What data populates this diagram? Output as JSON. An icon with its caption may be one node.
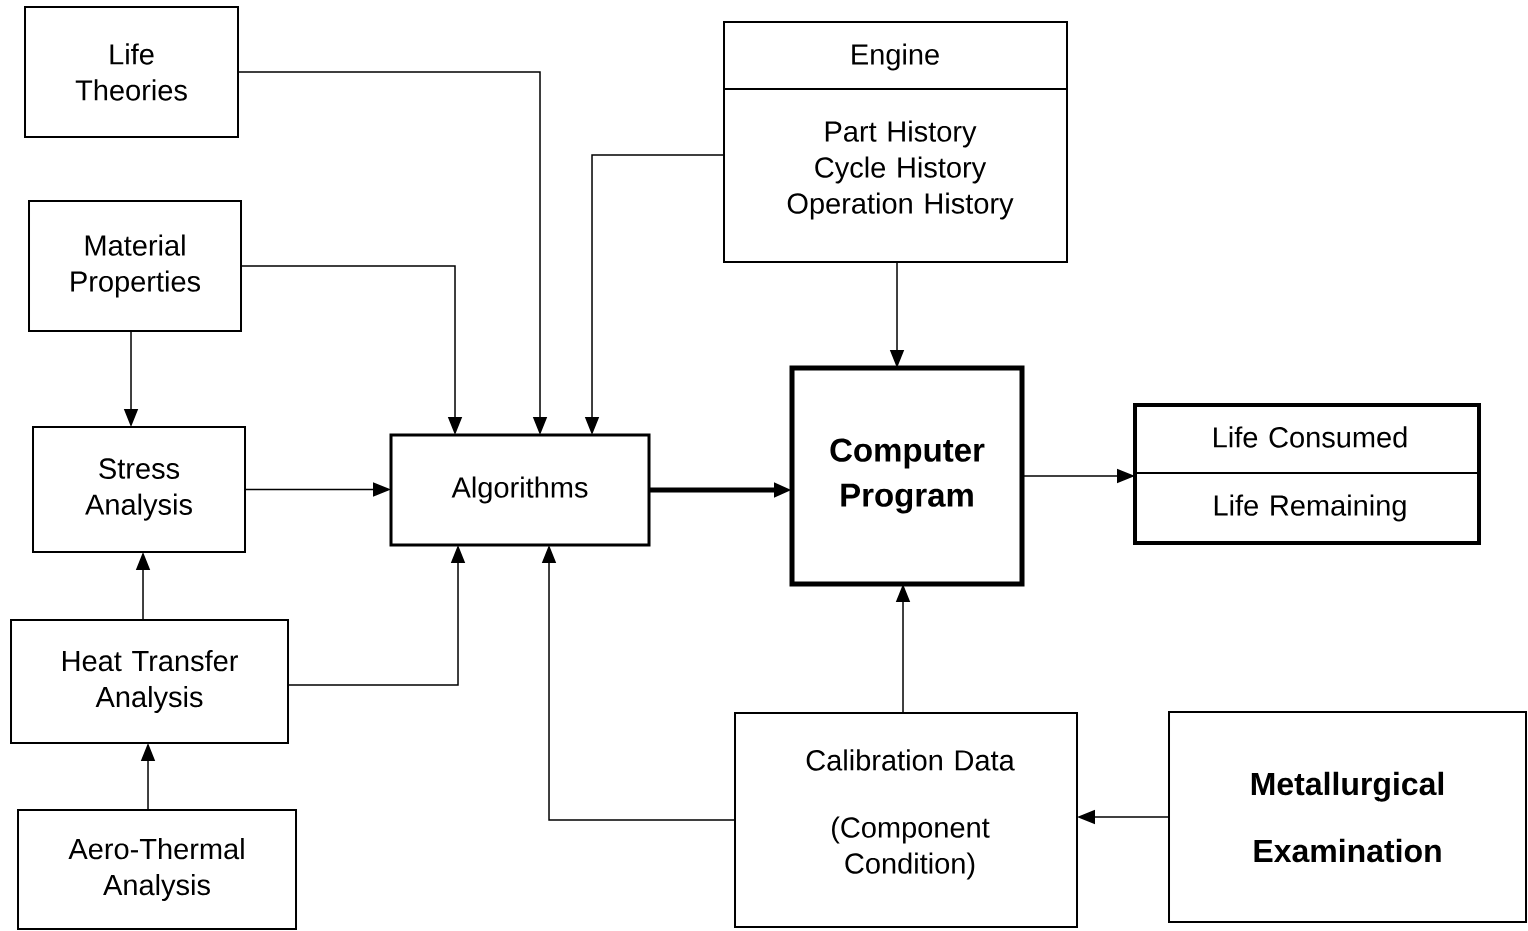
{
  "diagram": {
    "nodes": [
      {
        "text": [
          "Life Theories"
        ]
      },
      {
        "text": [
          "Material Properties"
        ]
      },
      {
        "text": [
          "Stress Analysis"
        ]
      },
      {
        "text": [
          "Heat Transfer Analysis"
        ]
      },
      {
        "text": [
          "Aero-Thermal Analysis"
        ]
      },
      {
        "text": [
          "Algorithms"
        ]
      },
      {
        "text": [
          "Engine",
          "Part History",
          "Cycle History",
          "Operation History"
        ]
      },
      {
        "text": [
          "Computer Program"
        ]
      },
      {
        "text": [
          "Life Consumed",
          "Life Remaining"
        ]
      },
      {
        "text": [
          "Calibration Data",
          "(Component Condition)"
        ]
      },
      {
        "text": [
          "Metallurgical Examination"
        ]
      }
    ],
    "edges": [
      {
        "from": 0,
        "to": 5,
        "arrow": "to"
      },
      {
        "from": 1,
        "to": 5,
        "arrow": "to"
      },
      {
        "from": 1,
        "to": 2,
        "arrow": "to"
      },
      {
        "from": 6,
        "to": 5,
        "arrow": "to"
      },
      {
        "from": 2,
        "to": 5,
        "arrow": "to"
      },
      {
        "from": 3,
        "to": 2,
        "arrow": "to"
      },
      {
        "from": 3,
        "to": 5,
        "arrow": "to"
      },
      {
        "from": 4,
        "to": 3,
        "arrow": "to"
      },
      {
        "from": 5,
        "to": 7,
        "arrow": "to",
        "style": "thick"
      },
      {
        "from": 6,
        "to": 7,
        "arrow": "to"
      },
      {
        "from": 9,
        "to": 7,
        "arrow": "to"
      },
      {
        "from": 9,
        "to": 5,
        "arrow": "to"
      },
      {
        "from": 10,
        "to": 9,
        "arrow": "to"
      },
      {
        "from": 7,
        "to": 8,
        "arrow": "to"
      }
    ]
  }
}
